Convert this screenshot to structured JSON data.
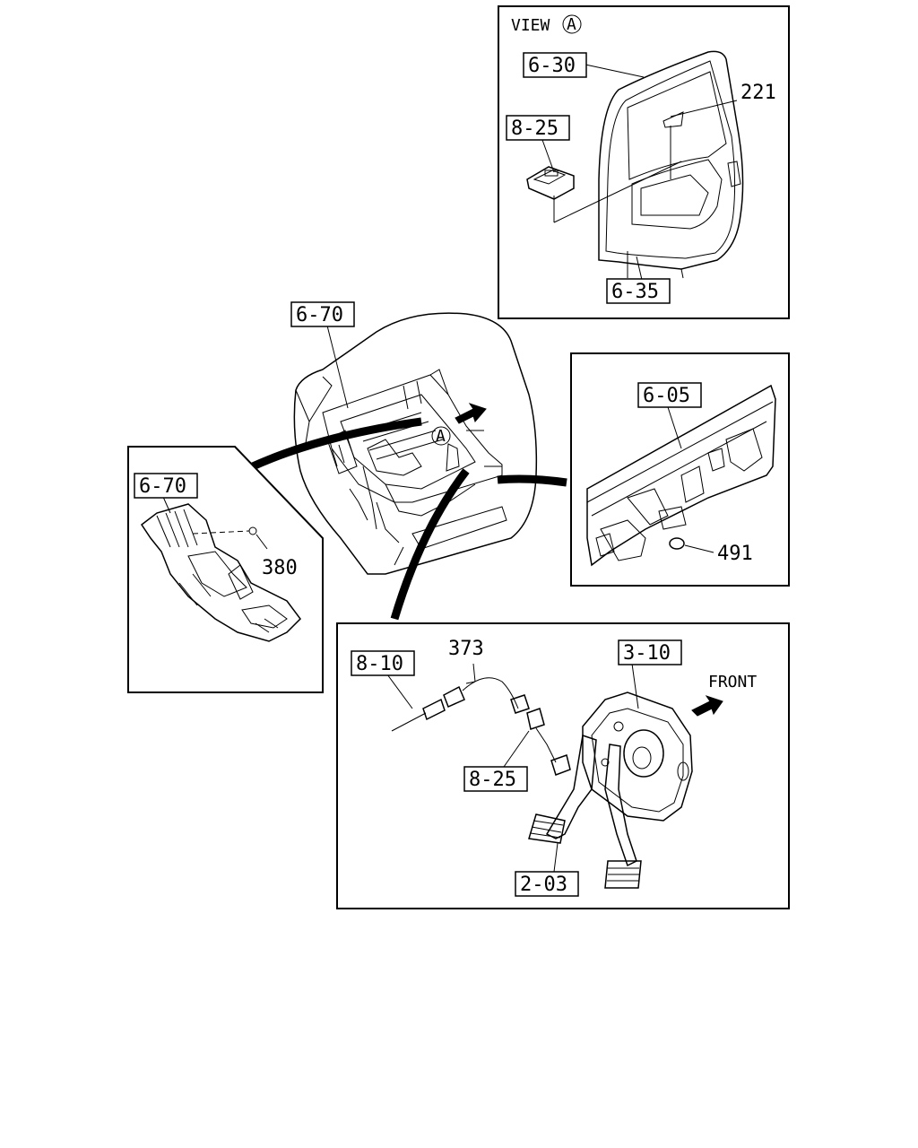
{
  "view_title": "VIEW",
  "view_circle": "A",
  "callouts": {
    "view_a": {
      "hood": "6-30",
      "switch": "8-25",
      "num": "221",
      "cab": "6-35"
    },
    "cab_main": {
      "label": "6-70",
      "circle": "A"
    },
    "floor": {
      "label": "6-70",
      "num": "380"
    },
    "dash": {
      "label": "6-05",
      "num": "491"
    },
    "pedal": {
      "harness": "8-10",
      "num": "373",
      "bracket": "3-10",
      "switch": "8-25",
      "pedals": "2-03",
      "front": "FRONT"
    }
  }
}
